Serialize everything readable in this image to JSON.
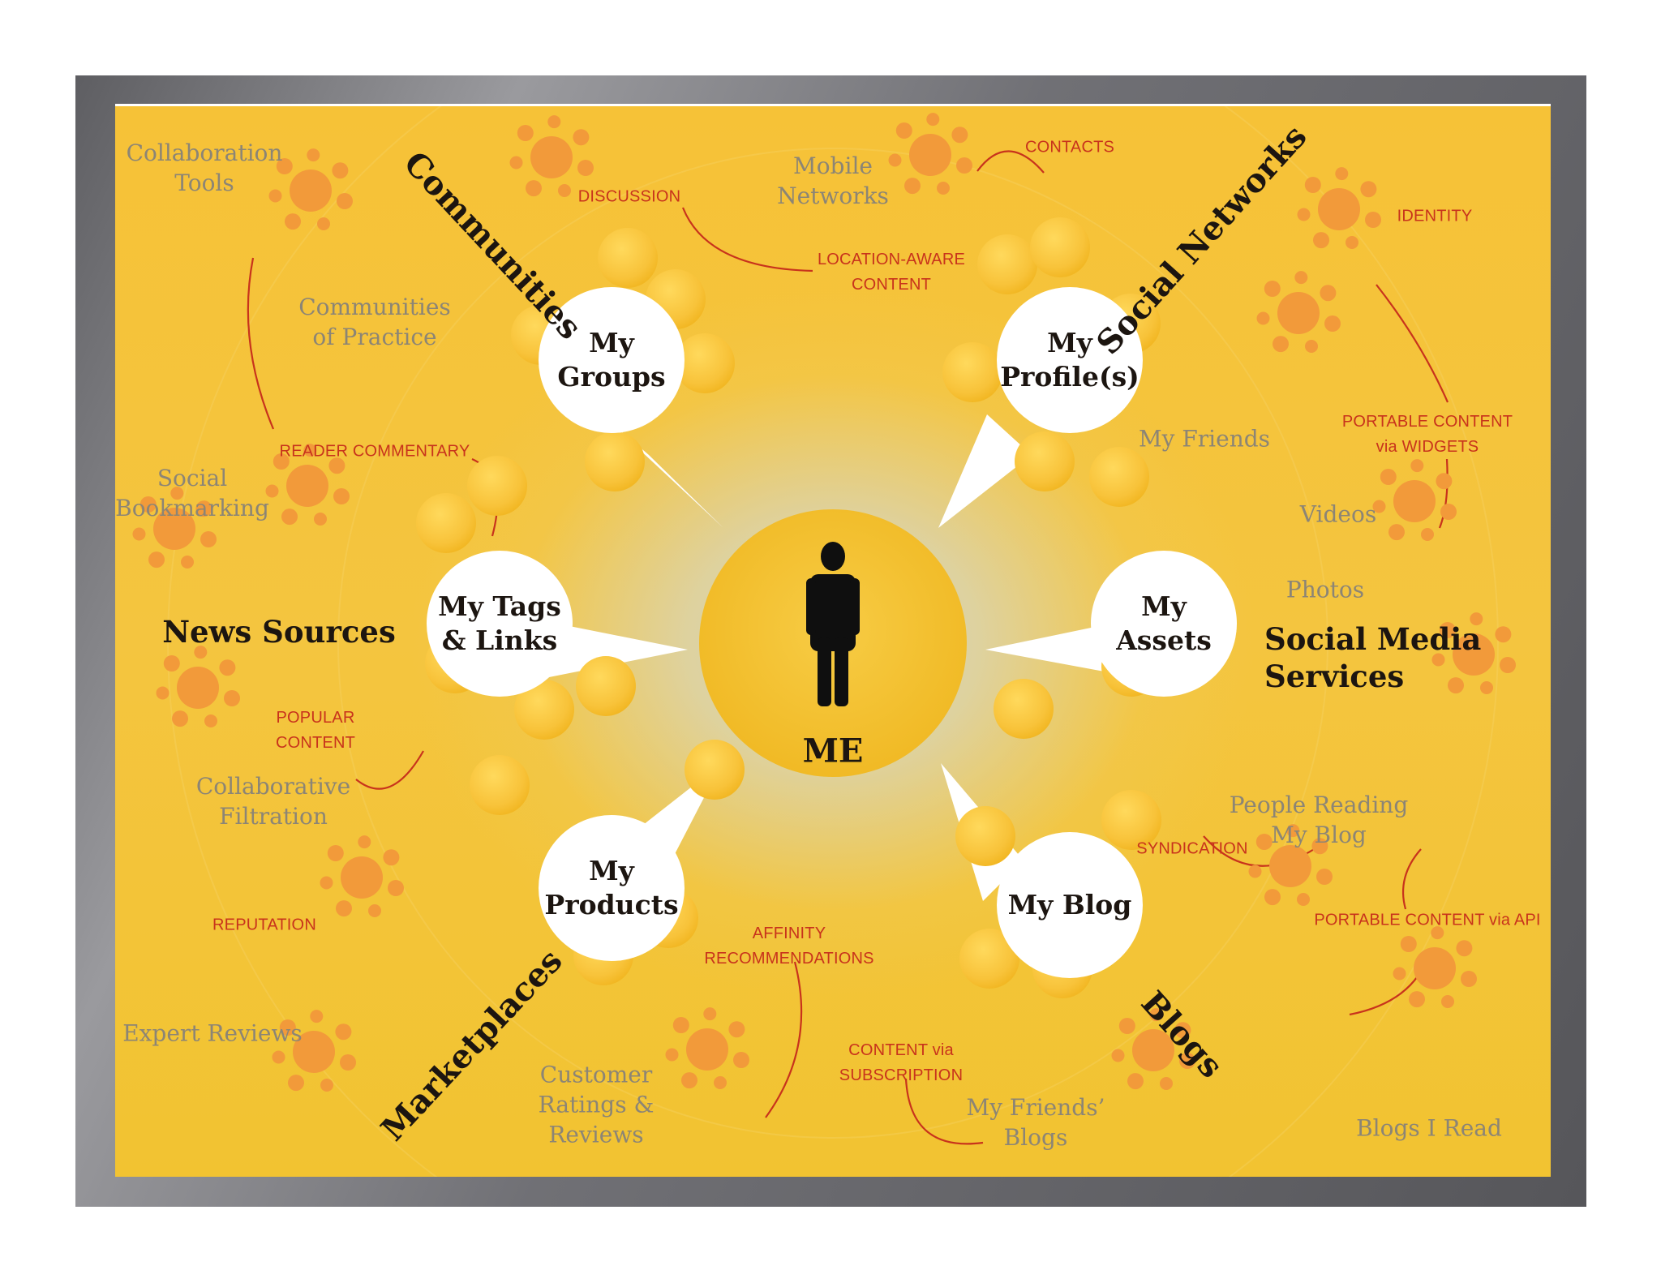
{
  "center": {
    "label": "ME"
  },
  "bubbles": {
    "groups": [
      "My",
      "Groups"
    ],
    "profiles": [
      "My",
      "Profile(s)"
    ],
    "tags": [
      "My Tags",
      "& Links"
    ],
    "assets": [
      "My",
      "Assets"
    ],
    "products": [
      "My",
      "Products"
    ],
    "blog": "My Blog"
  },
  "categories": {
    "communities": "Communities",
    "social_networks": "Social Networks",
    "news_sources": "News Sources",
    "social_media_services": [
      "Social Media",
      "Services"
    ],
    "marketplaces": "Marketplaces",
    "blogs": "Blogs"
  },
  "items": {
    "collaboration_tools": [
      "Collaboration",
      "Tools"
    ],
    "communities_of_practice": [
      "Communities",
      "of Practice"
    ],
    "social_bookmarking": [
      "Social",
      "Bookmarking"
    ],
    "collaborative_filtration": [
      "Collaborative",
      "Filtration"
    ],
    "expert_reviews": "Expert Reviews",
    "customer_ratings": [
      "Customer",
      "Ratings &",
      "Reviews"
    ],
    "mobile_networks": [
      "Mobile",
      "Networks"
    ],
    "my_friends": "My Friends",
    "videos": "Videos",
    "photos": "Photos",
    "people_reading": [
      "People Reading",
      "My Blog"
    ],
    "my_friends_blogs": [
      "My Friends’",
      "Blogs"
    ],
    "blogs_i_read": "Blogs I Read"
  },
  "connectors": {
    "discussion": "DISCUSSION",
    "contacts": "CONTACTS",
    "location_aware": [
      "LOCATION-AWARE",
      "CONTENT"
    ],
    "identity": "IDENTITY",
    "reader_commentary": "READER COMMENTARY",
    "portable_widgets": [
      "PORTABLE CONTENT",
      "via WIDGETS"
    ],
    "popular_content": [
      "POPULAR",
      "CONTENT"
    ],
    "syndication": "SYNDICATION",
    "reputation": "REPUTATION",
    "affinity": [
      "AFFINITY",
      "RECOMMENDATIONS"
    ],
    "portable_api": "PORTABLE CONTENT via API",
    "content_subscription": [
      "CONTENT via",
      "SUBSCRIPTION"
    ]
  },
  "colors": {
    "background": "#f4c33a",
    "frame": "#6a6a6e",
    "flower": "#f29a3a",
    "satellite": "#f8c43b",
    "bubble": "#ffffff",
    "connector": "#c8331c",
    "item_text": "#8c8575",
    "center_disc": "#f3bf2e",
    "person": "#0f0f0f"
  }
}
